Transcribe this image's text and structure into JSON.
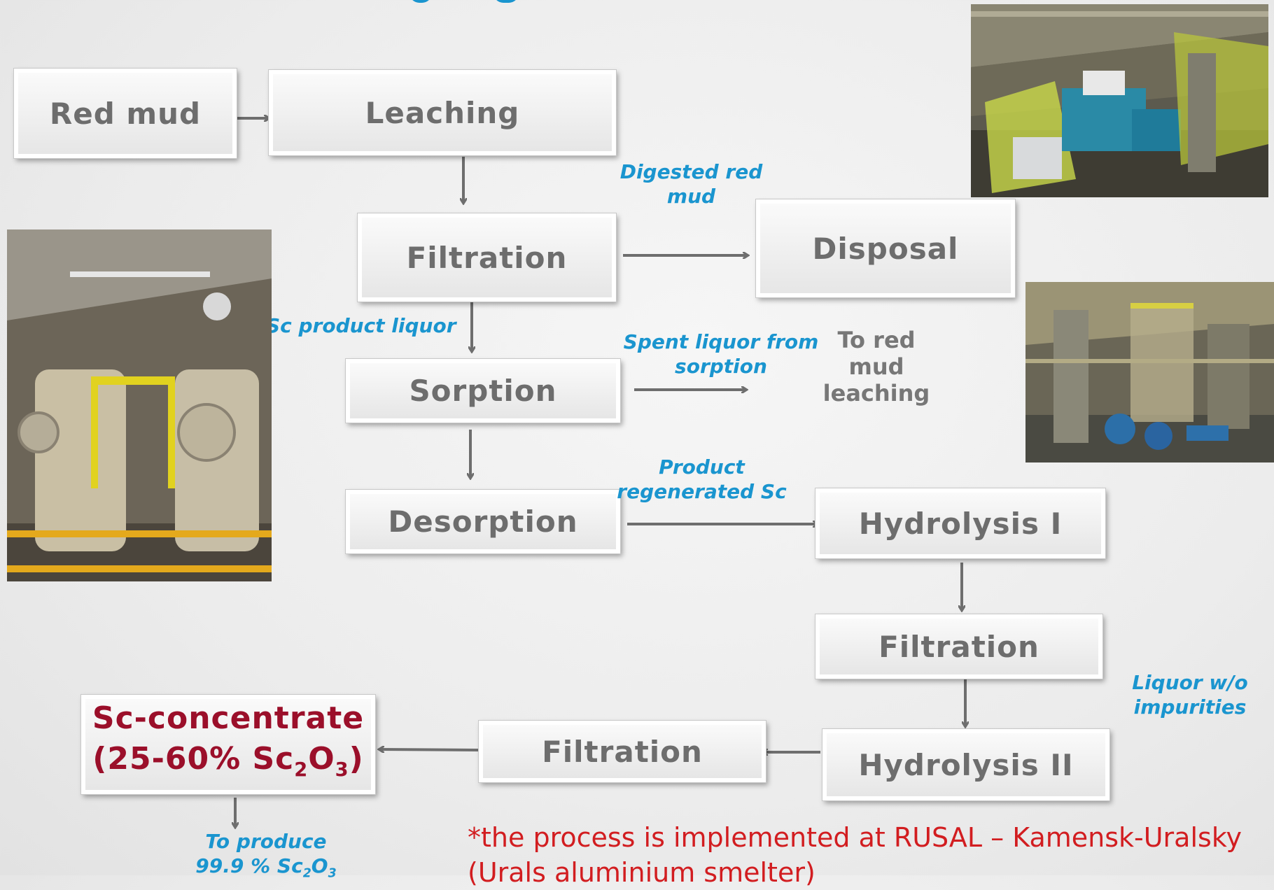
{
  "boxes": {
    "red_mud": "Red mud",
    "leaching": "Leaching",
    "filtration_1": "Filtration",
    "disposal": "Disposal",
    "sorption": "Sorption",
    "desorption": "Desorption",
    "hydrolysis_1": "Hydrolysis I",
    "filtration_2": "Filtration",
    "hydrolysis_2": "Hydrolysis II",
    "filtration_3": "Filtration",
    "sc_concentrate": {
      "line1": "Sc-concentrate",
      "line2_prefix": "(25-60% Sc",
      "sub1": "2",
      "mid": "O",
      "sub2": "3",
      "line2_suffix": ")"
    }
  },
  "labels": {
    "digested_red_mud_1": "Digested red",
    "digested_red_mud_2": "mud",
    "sc_product_liquor": "Sc product liquor",
    "spent_liquor_1": "Spent liquor from",
    "spent_liquor_2": "sorption",
    "to_red_mud_leaching_1": "To red mud",
    "to_red_mud_leaching_2": "leaching",
    "product_regenerated_1": "Product",
    "product_regenerated_2": "regenerated Sc",
    "liquor_wo_impurities_1": "Liquor w/o",
    "liquor_wo_impurities_2": "impurities",
    "to_produce_1": "To produce",
    "to_produce_2_prefix": "99.9 % Sc",
    "to_produce_sub1": "2",
    "to_produce_mid": "O",
    "to_produce_sub2": "3"
  },
  "footnote": {
    "line1": "*the process is implemented at RUSAL – Kamensk-Uralsky",
    "line2": "(Urals aluminium smelter)"
  },
  "colors": {
    "box_text": "#6d6d6d",
    "label_blue": "#1a95cf",
    "final_red": "#9b0f2a",
    "footnote_red": "#d21d20",
    "arrow": "#6e6e6e"
  }
}
